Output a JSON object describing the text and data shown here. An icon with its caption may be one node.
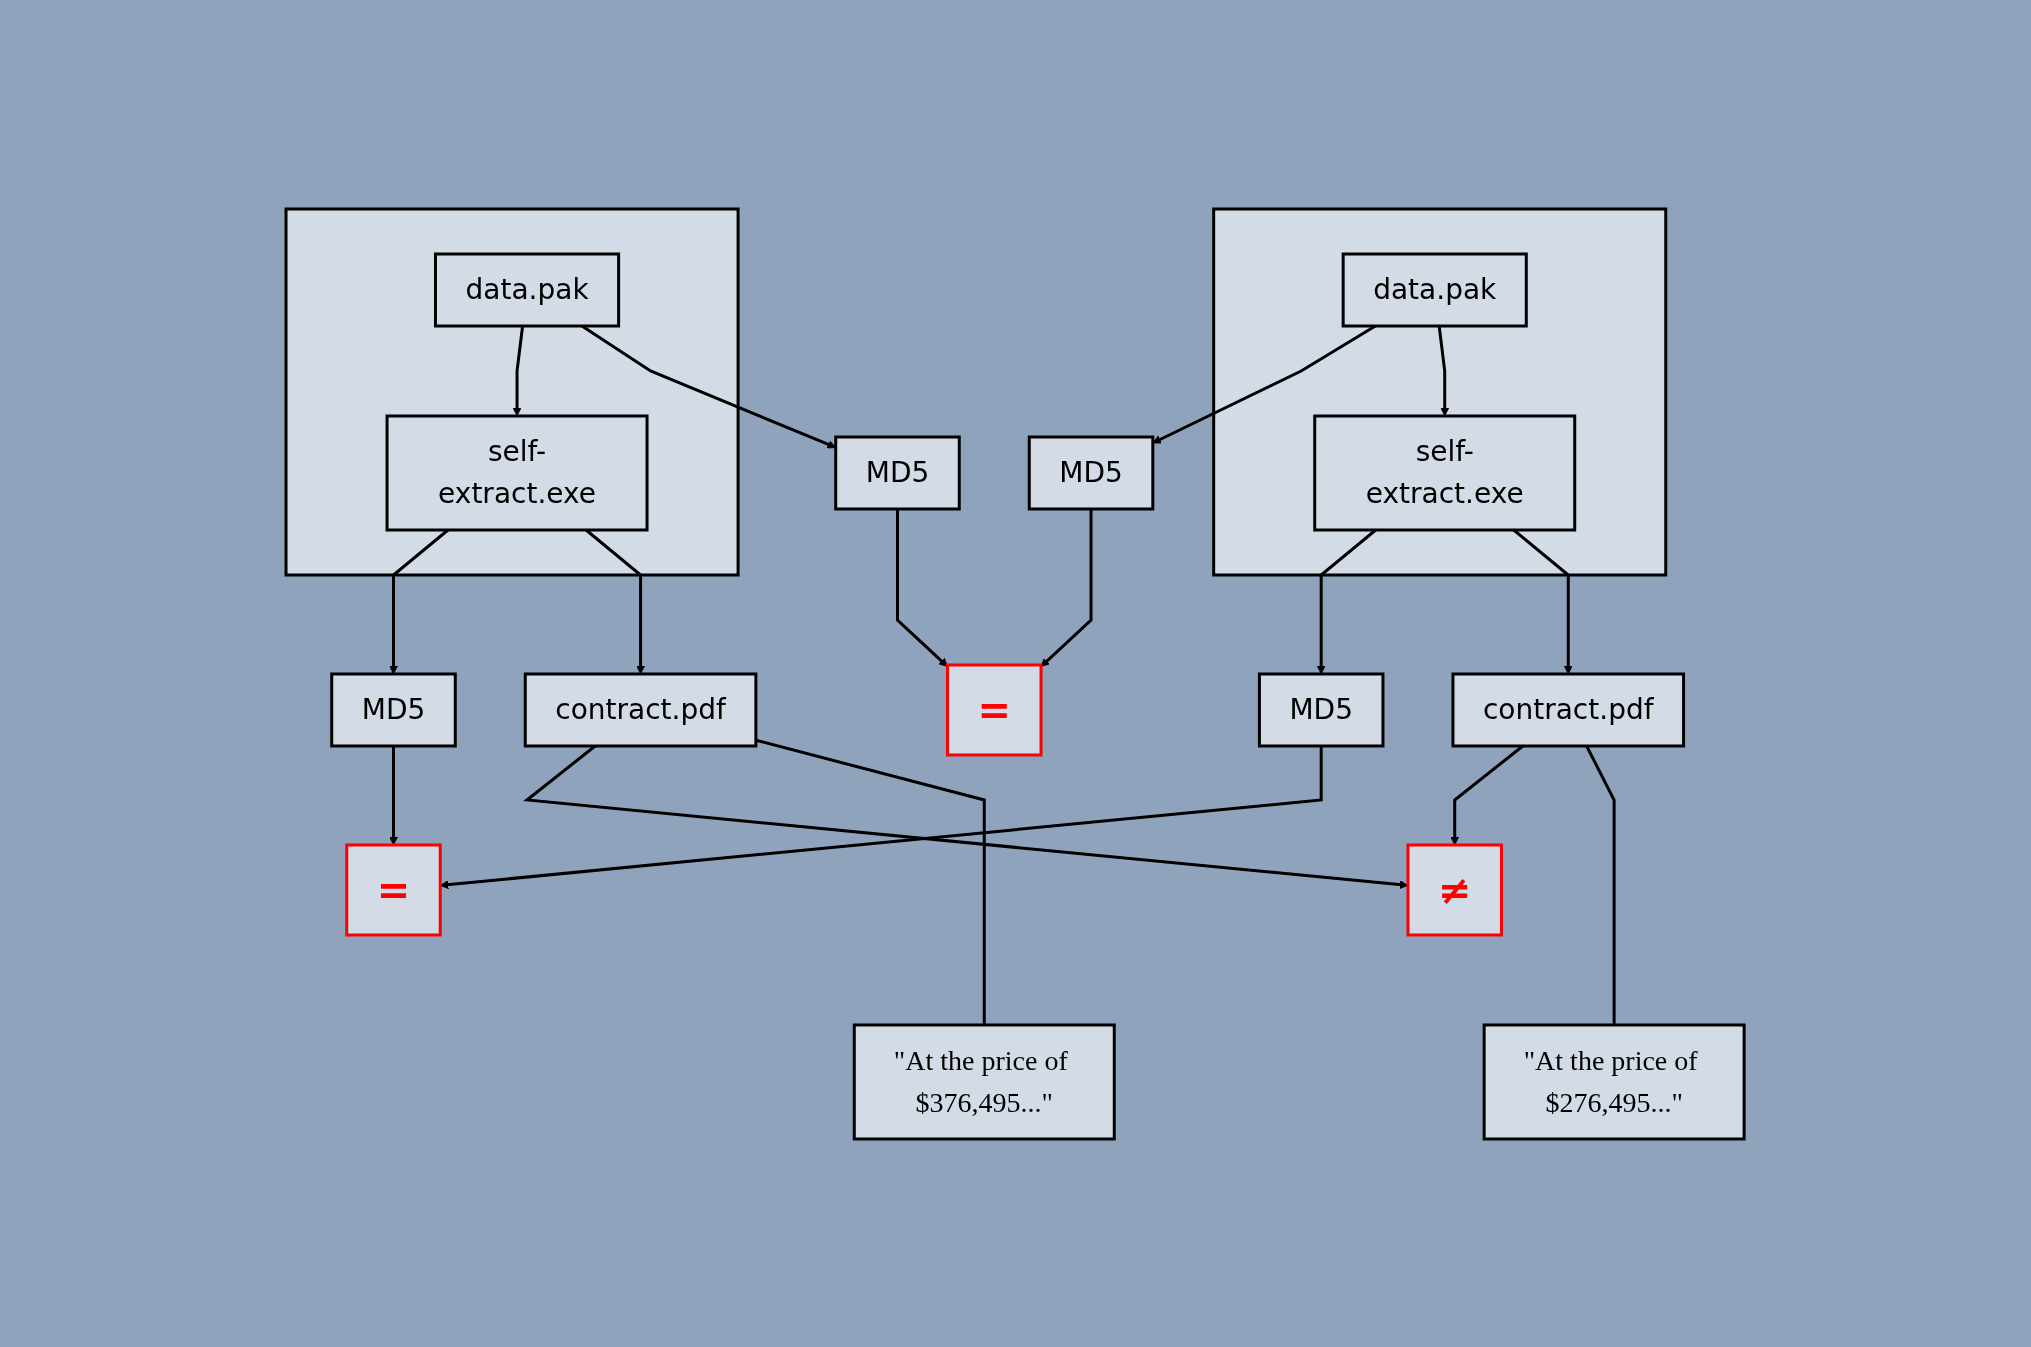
{
  "diagram": {
    "nodes": [
      {
        "text": [],
        "shape": "box"
      },
      {
        "text": [
          "data.pak"
        ],
        "in": 0
      },
      {
        "text": [
          "self-extract.exe"
        ],
        "in": 0
      },
      {
        "text": [
          "MD5"
        ]
      },
      {
        "text": [
          "="
        ]
      },
      {
        "text": [
          "MD5"
        ]
      },
      {
        "text": [],
        "shape": "box"
      },
      {
        "text": [
          "data.pak"
        ],
        "in": 6
      },
      {
        "text": [
          "self-extract.exe"
        ],
        "in": 6
      },
      {
        "text": [
          "MD5"
        ]
      },
      {
        "text": [
          "="
        ]
      },
      {
        "text": [
          "MD5"
        ]
      },
      {
        "text": [
          "contract.pdf"
        ]
      },
      {
        "text": [
          "≠"
        ]
      },
      {
        "text": [
          "contract.pdf"
        ]
      },
      {
        "text": [
          "\"At the price of $376,495...\""
        ]
      },
      {
        "text": [
          "\"At the price of $276,495...\""
        ]
      }
    ],
    "edges": [
      {
        "from": 1,
        "to": 2,
        "arrow": "to"
      },
      {
        "from": 1,
        "to": 3,
        "arrow": "to"
      },
      {
        "from": 3,
        "to": 4,
        "arrow": "to"
      },
      {
        "from": 5,
        "to": 4,
        "arrow": "to"
      },
      {
        "from": 7,
        "to": 5,
        "arrow": "to"
      },
      {
        "from": 7,
        "to": 8,
        "arrow": "to"
      },
      {
        "from": 2,
        "to": 9,
        "arrow": "to"
      },
      {
        "from": 9,
        "to": 10,
        "arrow": "to"
      },
      {
        "from": 11,
        "to": 10,
        "arrow": "to"
      },
      {
        "from": 8,
        "to": 11,
        "arrow": "to"
      },
      {
        "from": 2,
        "to": 12,
        "arrow": "to"
      },
      {
        "from": 8,
        "to": 14,
        "arrow": "to"
      },
      {
        "from": 12,
        "to": 13,
        "arrow": "to"
      },
      {
        "from": 14,
        "to": 13,
        "arrow": "to"
      },
      {
        "from": 12,
        "to": 15,
        "arrow": "none"
      },
      {
        "from": 14,
        "to": 16,
        "arrow": "none"
      }
    ]
  }
}
